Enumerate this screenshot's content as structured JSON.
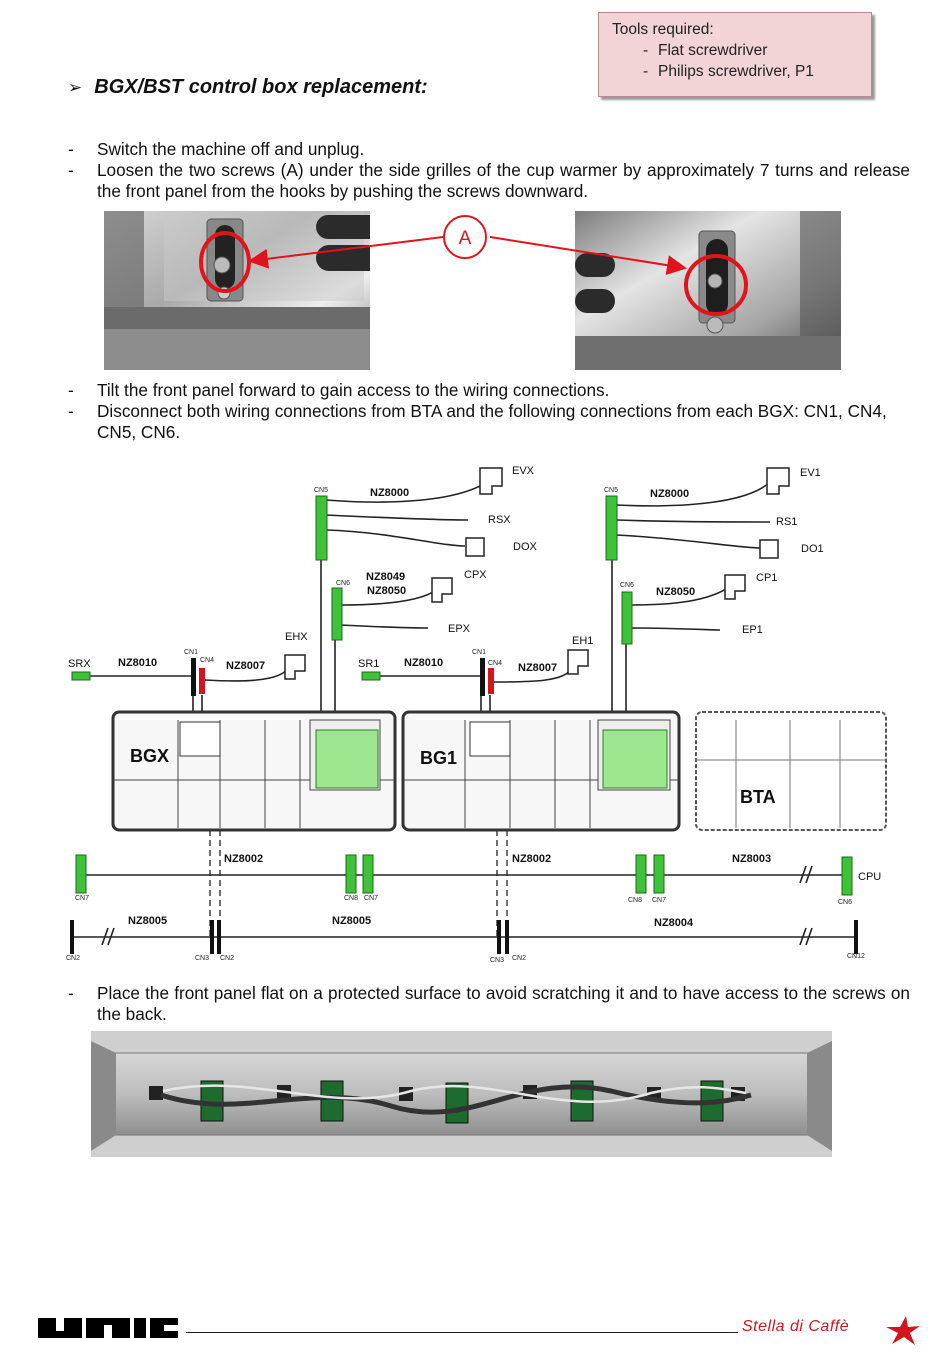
{
  "tools": {
    "title": "Tools required:",
    "items": [
      "Flat screwdriver",
      "Philips screwdriver, P1"
    ]
  },
  "heading": "BGX/BST control box replacement:",
  "steps": [
    "Switch the machine off and unplug.",
    "Loosen the two screws (A) under the side grilles of the cup warmer by approximately 7 turns and release the front panel from the hooks by pushing the screws downward.",
    "Tilt the front panel forward to gain access to the wiring connections.",
    "Disconnect both wiring connections from BTA and the following connections from each BGX: CN1, CN4, CN5, CN6.",
    "Place the front panel flat on a protected surface to avoid scratching it and to have access to the screws on the back."
  ],
  "callout_label": "A",
  "diagram": {
    "boards": [
      "BGX",
      "BG1",
      "BTA"
    ],
    "devices": [
      "EVX",
      "RSX",
      "DOX",
      "CPX",
      "EPX",
      "EHX",
      "SRX",
      "EV1",
      "RS1",
      "DO1",
      "CP1",
      "EP1",
      "EH1",
      "SR1",
      "CPU"
    ],
    "cables": [
      "NZ8000",
      "NZ8049",
      "NZ8050",
      "NZ8010",
      "NZ8007",
      "NZ8002",
      "NZ8003",
      "NZ8005",
      "NZ8004"
    ],
    "connectors": [
      "CN1",
      "CN2",
      "CN3",
      "CN4",
      "CN5",
      "CN6",
      "CN7",
      "CN8",
      "CN12"
    ]
  },
  "footer": {
    "brand_left": "UNIC",
    "brand_right": "Stella di Caffè"
  }
}
